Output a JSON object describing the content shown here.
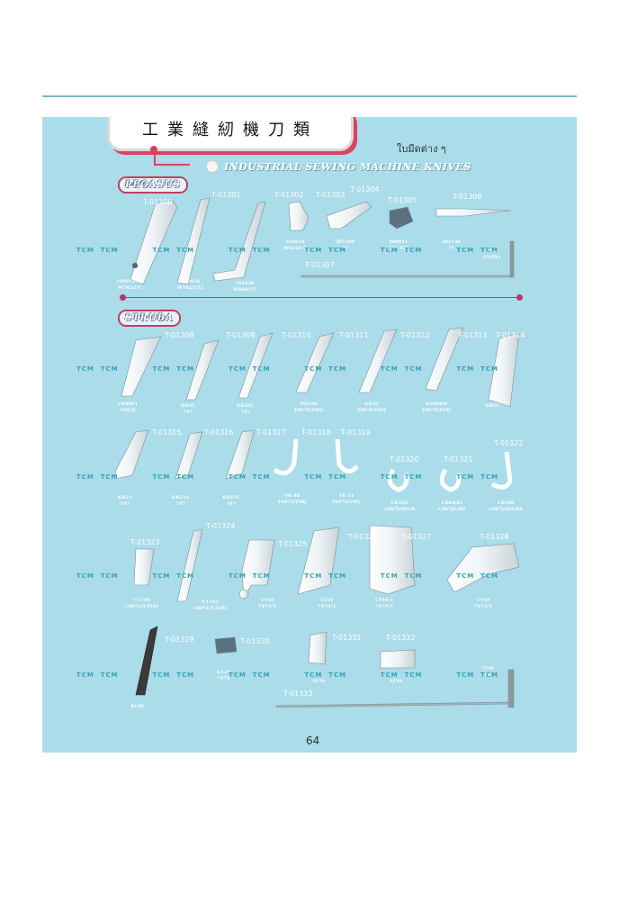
{
  "title": "工業縫紉機刀類",
  "thai_subtitle": "ใบมีดต่าง ๆ",
  "english_subtitle": "INDUSTRIAL SEWING MACHINE KNIVES",
  "brands": [
    "PEGASUS",
    "STRUBA"
  ],
  "watermark": "TCM",
  "page_number": "64",
  "codes": [
    "T-01300",
    "T-01301",
    "T-01302",
    "T-01303",
    "T-01304",
    "T-01305",
    "T-01306",
    "T-01307",
    "T-01308",
    "T-01309",
    "T-01310",
    "T-01311",
    "T-01312",
    "T-01313",
    "T-01314",
    "T-01315",
    "T-01316",
    "T-01317",
    "T-01318",
    "T-01319",
    "T-01320",
    "T-01321",
    "T-01322",
    "T-01323",
    "T-01324",
    "T-01325",
    "T-01326",
    "T-01327",
    "T-01328",
    "T-01329",
    "T-01330",
    "T-01331",
    "T-01332",
    "T-01333"
  ],
  "labels": [
    "350612-91\nW762/UT",
    "350624\nW762/UT2",
    "354230\nW664/UT",
    "350618\nW664/UT",
    "207308\n??",
    "208951\nE32-426",
    "201138\n??",
    "5351\n13(TK)",
    "CR4091\nC007J",
    "KR35\n747",
    "KR35C\n747",
    "FDQ30\nF007E/FDQ",
    "KR35\nF007E/FDQ",
    "KR40BD\nF007E/FDQ",
    "KR53",
    "KR23\n747",
    "KR23A\n747",
    "KR27C\n747",
    "FK 48\nF007E/FDQ",
    "FK 14\nF007E/FDQ",
    "CR105\nC007J/W/CR",
    "CR84/81\nC007J/CRX",
    "CR106\nC007J/W/CRX",
    "UT100\nC007E/UT(B)",
    "UT102\nC007E/UT(B)",
    "VT10\n747/UT",
    "VT34\n747/UT",
    "CT10-1\n747/CT",
    "CT19\n747/CT",
    "KC85",
    "K124\n747E",
    "AT10",
    "AT19",
    "7530\n8E"
  ]
}
